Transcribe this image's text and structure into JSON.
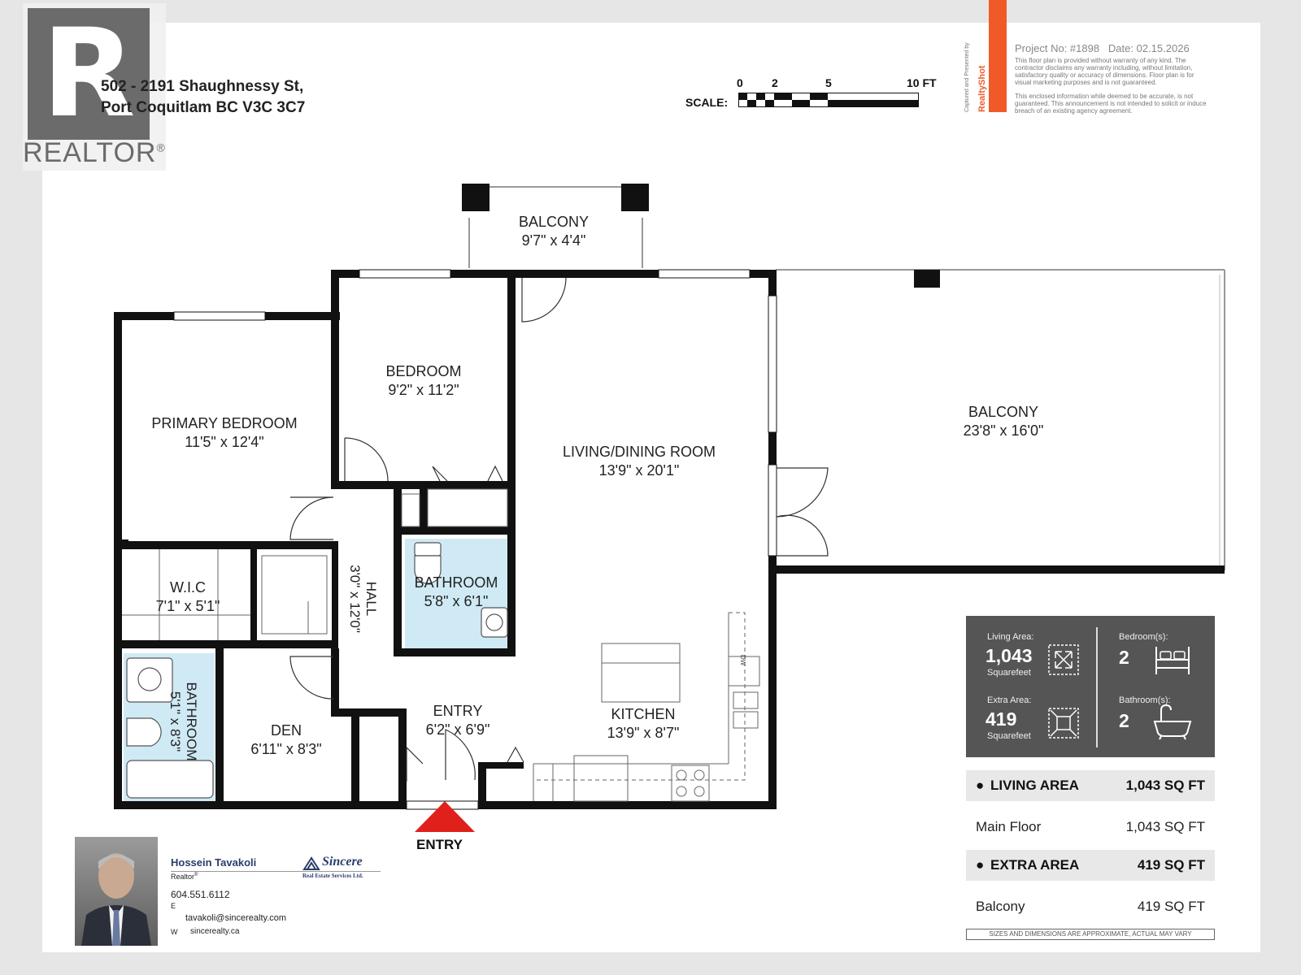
{
  "watermark": {
    "brand": "REALTOR",
    "reg": "®",
    "letter": "R"
  },
  "address": {
    "line1": "502 - 2191 Shaughnessy St,",
    "line2": "Port Coquitlam BC V3C 3C7"
  },
  "scale": {
    "label": "SCALE:",
    "ticks": [
      "0",
      "2",
      "5",
      "10 FT"
    ]
  },
  "project": {
    "number_text": "Project No: #1898",
    "date_text": "Date: 02.15.2026",
    "disclaimer1": "This floor plan is provided without warranty of any kind. The contractor disclaims any warranty including, without limitation, satisfactory quality or accuracy of dimensions. Floor plan is for visual marketing purposes and is not guaranteed.",
    "disclaimer2": "This enclosed information while deemed to be accurate, is not guaranteed. This announcement is not intended to solicit or induce breach of an existing agency agreement.",
    "captured_by": "Captured and Presented by",
    "brand": "RealtyShot",
    "brand_color": "#f05a28"
  },
  "rooms": {
    "balcony_top": {
      "name": "BALCONY",
      "dim": "9'7\" x 4'4\""
    },
    "bedroom": {
      "name": "BEDROOM",
      "dim": "9'2\" x 11'2\""
    },
    "primary": {
      "name": "PRIMARY BEDROOM",
      "dim": "11'5\" x 12'4\""
    },
    "living": {
      "name": "LIVING/DINING ROOM",
      "dim": "13'9\" x 20'1\""
    },
    "balcony_big": {
      "name": "BALCONY",
      "dim": "23'8\" x 16'0\""
    },
    "wic": {
      "name": "W.I.C",
      "dim": "7'1\" x 5'1\""
    },
    "hall": {
      "name": "HALL",
      "dim": "3'0\" x 12'0\""
    },
    "bath1": {
      "name": "BATHROOM",
      "dim": "5'8\" x 6'1\""
    },
    "bath2": {
      "name": "BATHROOM",
      "dim": "5'1\" x 8'3\""
    },
    "den": {
      "name": "DEN",
      "dim": "6'11\" x 8'3\""
    },
    "entry": {
      "name": "ENTRY",
      "dim": "6'2\" x 6'9\""
    },
    "kitchen": {
      "name": "KITCHEN",
      "dim": "13'9\" x 8'7\""
    },
    "dw": "DW"
  },
  "entry_marker": {
    "label": "ENTRY",
    "color": "#e0201b"
  },
  "stats": {
    "living_label": "Living Area:",
    "living_value": "1,043",
    "living_unit": "Squarefeet",
    "extra_label": "Extra Area:",
    "extra_value": "419",
    "extra_unit": "Squarefeet",
    "bed_label": "Bedroom(s):",
    "bed_value": "2",
    "bath_label": "Bathroom(s):",
    "bath_value": "2"
  },
  "summary": {
    "living_hdr": "LIVING AREA",
    "living_total": "1,043 SQ FT",
    "main_floor_label": "Main Floor",
    "main_floor_value": "1,043 SQ FT",
    "extra_hdr": "EXTRA AREA",
    "extra_total": "419 SQ FT",
    "balcony_label": "Balcony",
    "balcony_value": "419 SQ FT",
    "footnote": "SIZES AND DIMENSIONS ARE APPROXIMATE, ACTUAL MAY VARY"
  },
  "agent": {
    "name": "Hossein Tavakoli",
    "title": "Realtor",
    "title_mark": "®",
    "phone": "604.551.6112",
    "e_label": "E",
    "email": "tavakoli@sincerealty.com",
    "w_label": "W",
    "website": "sincerealty.ca",
    "company": "Sincere",
    "company_sub": "Real Estate Services Ltd."
  }
}
